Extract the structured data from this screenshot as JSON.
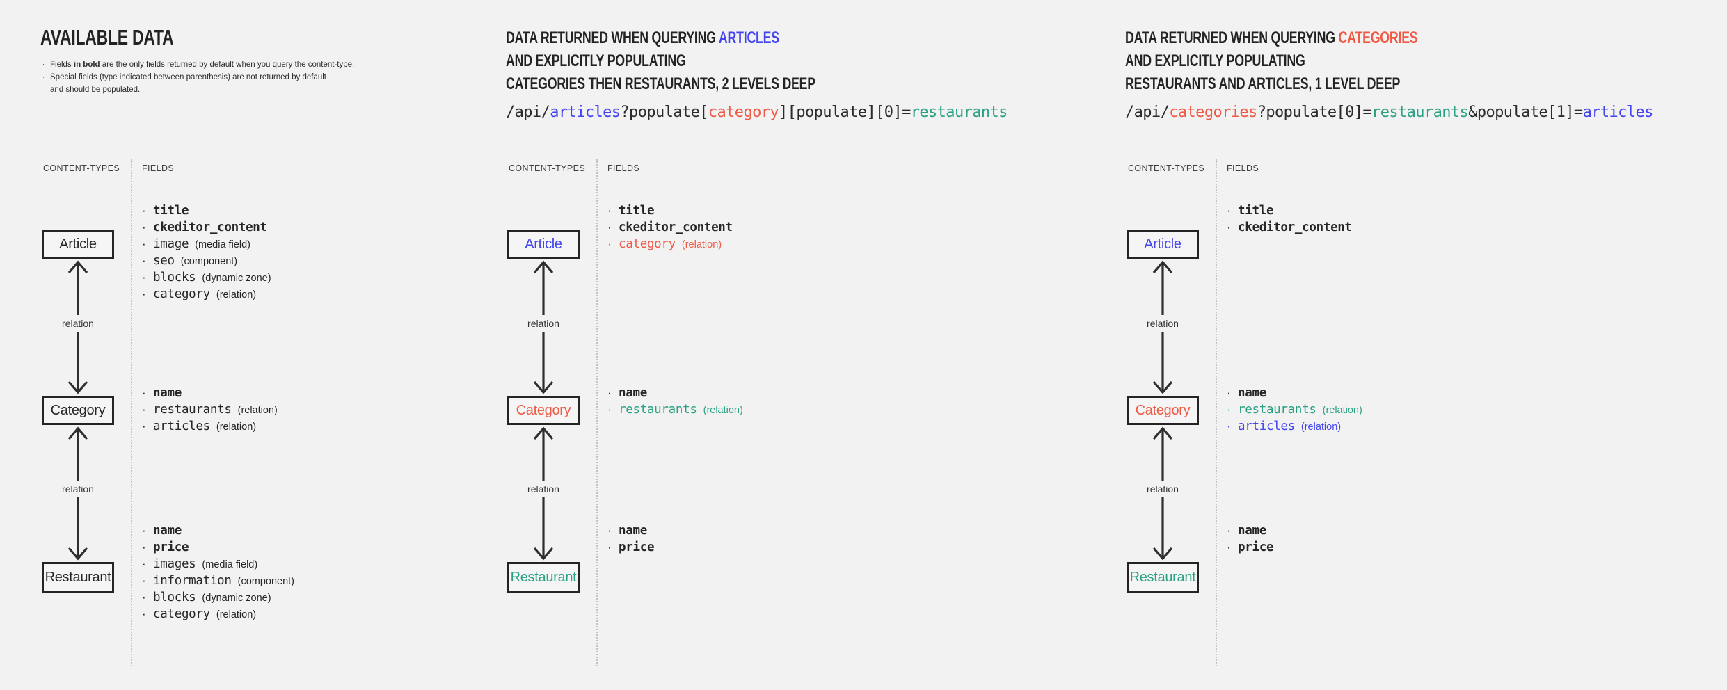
{
  "palette": {
    "background": "#f2f2f2",
    "ink": "#262626",
    "blue": "#4445ef",
    "red": "#ee5a45",
    "teal": "#2aa183",
    "arrow": "#2e2e2e",
    "box_border": "#242424",
    "dotted_line": "#c4c4c4"
  },
  "diagram_labels": {
    "content_types": "CONTENT-TYPES",
    "fields": "FIELDS",
    "relation": "relation"
  },
  "columns": [
    {
      "name": "available-data",
      "title_size": "large",
      "title_lines": [
        [
          {
            "text": "AVAILABLE DATA"
          }
        ]
      ],
      "notes": [
        [
          {
            "text": "Fields "
          },
          {
            "text": "in bold",
            "bold": true
          },
          {
            "text": " are the only fields returned by default when you query the content-type."
          }
        ],
        [
          {
            "text": "Special fields (type indicated between parenthesis) are not returned by default\nand should be populated."
          }
        ]
      ],
      "code": null,
      "nodes": [
        {
          "label": "Article",
          "color": "ink",
          "fields": [
            {
              "name": "title",
              "bold": true
            },
            {
              "name": "ckeditor_content",
              "bold": true
            },
            {
              "name": "image",
              "type": "(media field)"
            },
            {
              "name": "seo",
              "type": "(component)"
            },
            {
              "name": "blocks",
              "type": "(dynamic zone)"
            },
            {
              "name": "category",
              "type": "(relation)"
            }
          ]
        },
        {
          "label": "Category",
          "color": "ink",
          "fields": [
            {
              "name": "name",
              "bold": true
            },
            {
              "name": "restaurants",
              "type": "(relation)"
            },
            {
              "name": "articles",
              "type": "(relation)"
            }
          ]
        },
        {
          "label": "Restaurant",
          "color": "ink",
          "fields": [
            {
              "name": "name",
              "bold": true
            },
            {
              "name": "price",
              "bold": true
            },
            {
              "name": "images",
              "type": "(media field)"
            },
            {
              "name": "information",
              "type": "(component)"
            },
            {
              "name": "blocks",
              "type": "(dynamic zone)"
            },
            {
              "name": "category",
              "type": "(relation)"
            }
          ]
        }
      ]
    },
    {
      "name": "query-articles",
      "title_size": "normal",
      "title_lines": [
        [
          {
            "text": "DATA RETURNED WHEN QUERYING "
          },
          {
            "text": "ARTICLES",
            "color": "blue"
          }
        ],
        [
          {
            "text": "AND EXPLICITLY POPULATING"
          }
        ],
        [
          {
            "text": "CATEGORIES THEN RESTAURANTS, 2 LEVELS DEEP"
          }
        ]
      ],
      "notes": null,
      "code": [
        {
          "text": "/api/"
        },
        {
          "text": "articles",
          "color": "blue"
        },
        {
          "text": "?populate["
        },
        {
          "text": "category",
          "color": "red"
        },
        {
          "text": "][populate][0]="
        },
        {
          "text": "restaurants",
          "color": "teal"
        }
      ],
      "nodes": [
        {
          "label": "Article",
          "color": "blue",
          "fields": [
            {
              "name": "title",
              "bold": true
            },
            {
              "name": "ckeditor_content",
              "bold": true
            },
            {
              "name": "category",
              "type": "(relation)",
              "color": "red"
            }
          ]
        },
        {
          "label": "Category",
          "color": "red",
          "fields": [
            {
              "name": "name",
              "bold": true
            },
            {
              "name": "restaurants",
              "type": "(relation)",
              "color": "teal"
            }
          ]
        },
        {
          "label": "Restaurant",
          "color": "teal",
          "fields": [
            {
              "name": "name",
              "bold": true
            },
            {
              "name": "price",
              "bold": true
            }
          ]
        }
      ]
    },
    {
      "name": "query-categories",
      "title_size": "normal",
      "title_lines": [
        [
          {
            "text": "DATA RETURNED WHEN QUERYING "
          },
          {
            "text": "CATEGORIES",
            "color": "red"
          }
        ],
        [
          {
            "text": "AND EXPLICITLY POPULATING"
          }
        ],
        [
          {
            "text": "RESTAURANTS AND ARTICLES, 1 LEVEL DEEP"
          }
        ]
      ],
      "notes": null,
      "code": [
        {
          "text": "/api/"
        },
        {
          "text": "categories",
          "color": "red"
        },
        {
          "text": "?populate[0]="
        },
        {
          "text": "restaurants",
          "color": "teal"
        },
        {
          "text": "&populate[1]="
        },
        {
          "text": "articles",
          "color": "blue"
        }
      ],
      "nodes": [
        {
          "label": "Article",
          "color": "blue",
          "fields": [
            {
              "name": "title",
              "bold": true
            },
            {
              "name": "ckeditor_content",
              "bold": true
            }
          ]
        },
        {
          "label": "Category",
          "color": "red",
          "fields": [
            {
              "name": "name",
              "bold": true
            },
            {
              "name": "restaurants",
              "type": "(relation)",
              "color": "teal"
            },
            {
              "name": "articles",
              "type": "(relation)",
              "color": "blue"
            }
          ]
        },
        {
          "label": "Restaurant",
          "color": "teal",
          "fields": [
            {
              "name": "name",
              "bold": true
            },
            {
              "name": "price",
              "bold": true
            }
          ]
        }
      ]
    }
  ]
}
